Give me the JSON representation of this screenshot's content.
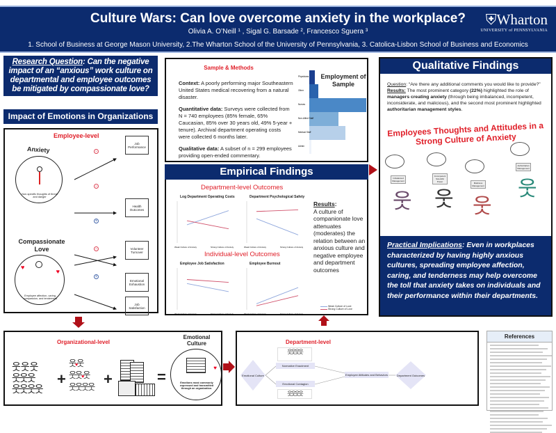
{
  "header": {
    "title": "Culture Wars: Can love overcome anxiety in the workplace?",
    "authors": "Olivia A. O’Neill ¹ , Sigal G. Barsade ², Francesco Sguera ³",
    "affiliations": "1. School of Business at George Mason University, 2.The Wharton School of the University of Pennsylvania, 3. Catolica-Lisbon School of Business and Economics",
    "logo_name": "Wharton",
    "logo_sub": "UNIVERSITY of PENNSYLVANIA"
  },
  "research_question": {
    "label": "Research Question",
    "text": ": Can the negative impact of an “anxious” work culture on departmental and employee outcomes be mitigated by compassionate love?"
  },
  "impact": {
    "title": "Impact of Emotions in Organizations",
    "level": "Employee-level",
    "anxiety": "Anxiety",
    "anxiety_caption": "Non-specific thoughts of threat and danger",
    "love": "Compassionate Love",
    "love_caption": "Employee affection, caring, compassion, and tenderness",
    "outcomes": [
      {
        "label": "Job Performance",
        "sign": "−"
      },
      {
        "label": "Health Outcomes",
        "sign": "−"
      },
      {
        "label": "Volunteer Turnover",
        "sign": "+"
      },
      {
        "label": "Emotional Exhaustion",
        "sign": "−"
      },
      {
        "label": "Job Satisfaction",
        "sign": "+"
      }
    ]
  },
  "sample": {
    "title": "Sample & Methods",
    "context_label": "Context:",
    "context": " A poorly performing major Southeastern United States medical recovering from a natural disaster.",
    "quant_label": "Quantitative data:",
    "quant": " Surveys were collected from N = 740 employees (85% female, 65% Caucasian, 85% over 30 years old, 49% 5-year + tenure). Archival department operating costs were collected 6 months later.",
    "qual_label": "Qualitative data:",
    "qual": " A subset of n = 299 employees providing open-ended commentary.",
    "chart_title": "Employment of Sample"
  },
  "employment_chart": {
    "categories": [
      "Physicians",
      "Other",
      "Nurses",
      "Non-Allied Staff",
      "Medical Staff",
      "Admin"
    ],
    "values": [
      0.08,
      0.13,
      0.82,
      0.42,
      0.52,
      0.03
    ],
    "colors": [
      "#1b3f8f",
      "#2a63ad",
      "#4a88c7",
      "#7eaed8",
      "#b7d0ea",
      "#eef3fa"
    ]
  },
  "empirical": {
    "title": "Empirical Findings",
    "dept_heading": "Department-level Outcomes",
    "ind_heading": "Individual-level Outcomes",
    "results_label": "Results",
    "results": "A culture of companionate love attenuates (moderates) the relation between an anxious culture and negative employee and department outcomes",
    "x_low": "Weak Culture of Anxiety",
    "x_high": "Strong Culture of Anxiety",
    "legend": [
      {
        "name": "Weak Culture of Love",
        "color": "#8ea6dc"
      },
      {
        "name": "Strong Culture of Love",
        "color": "#d0506a"
      }
    ],
    "charts": [
      {
        "title": "Log Department Operating Costs",
        "weak": [
          0.45,
          0.8
        ],
        "strong": [
          0.55,
          0.35
        ]
      },
      {
        "title": "Department Psychological Safety",
        "weak": [
          0.6,
          0.2
        ],
        "strong": [
          0.78,
          0.82
        ]
      },
      {
        "title": "Employee Job Satisfaction",
        "weak": [
          0.65,
          0.45
        ],
        "strong": [
          0.75,
          0.68
        ]
      },
      {
        "title": "Employee Burnout",
        "weak": [
          0.15,
          0.55
        ],
        "strong": [
          0.1,
          0.35
        ]
      }
    ]
  },
  "qualitative": {
    "title": "Qualitative Findings",
    "question_label": "Question",
    "question": ": “Are there any additional comments you would like to provide?”",
    "results_label": "Results:",
    "results_1": " The most prominent category ",
    "pct": "(22%)",
    "results_2": " highlighted the role of ",
    "bold_1": "managers creating anxiety",
    "results_3": " (through being imbalanced, incompetent, inconsiderate, and malicious), and the second most prominent highlighted ",
    "bold_2": "authoritarian management styles",
    "results_4": ".",
    "thoughts_title": "Employees Thoughts and Attitudes in a Strong Culture of Anxiety",
    "signs": [
      "Imbalanced Management",
      "Incompetent Scientific Power",
      "Malicious Management",
      "Authoritarian Management"
    ]
  },
  "practical": {
    "label": "Practical Implications",
    "text": ": Even in workplaces characterized by having highly anxious cultures, spreading employee affection, caring, and tenderness may help overcome the toll that anxiety takes on individuals and their performance within their departments."
  },
  "org": {
    "level": "Organizational-level",
    "culture_title": "Emotional Culture",
    "culture_caption": "Emotions most commonly expressed and transmitted through an organization."
  },
  "dept": {
    "level": "Department-level",
    "nodes": [
      "Emotional Culture",
      "Normative Enactment",
      "Emotional Contagion",
      "Employee Attitudes and Behaviors",
      "Department Outcomes"
    ]
  },
  "references": {
    "title": "References"
  }
}
